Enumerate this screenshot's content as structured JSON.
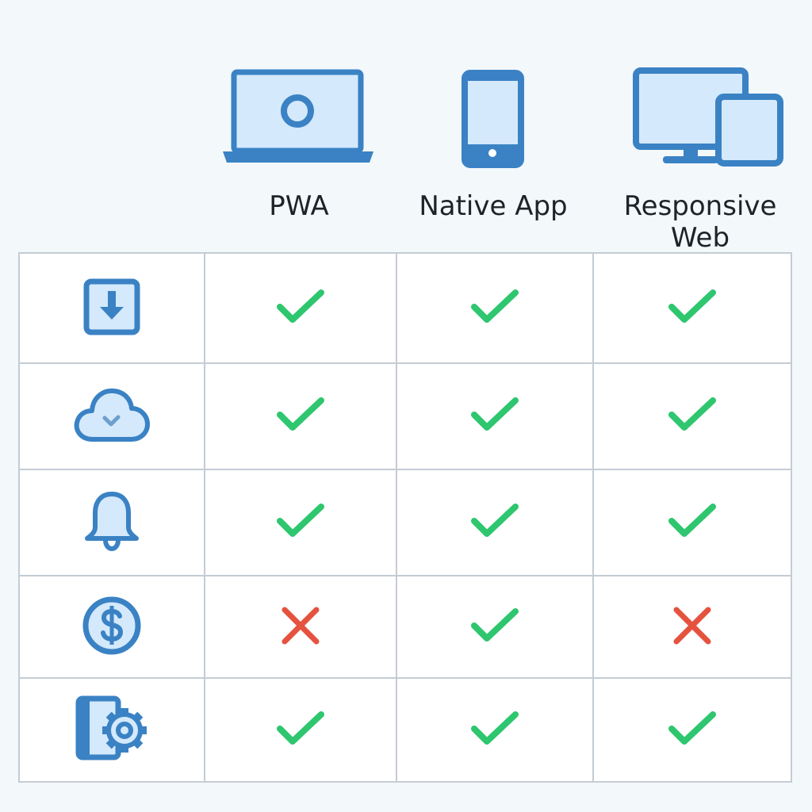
{
  "columns": [
    {
      "label": "PWA",
      "icon": "laptop-icon"
    },
    {
      "label": "Native App",
      "icon": "smartphone-icon"
    },
    {
      "label": "Responsive\nWeb",
      "icon": "desktop-tablet-icon"
    }
  ],
  "rows": [
    {
      "icon": "download-icon",
      "values": [
        "yes",
        "yes",
        "yes"
      ]
    },
    {
      "icon": "cloud-check-icon",
      "values": [
        "yes",
        "yes",
        "yes"
      ]
    },
    {
      "icon": "bell-icon",
      "values": [
        "yes",
        "yes",
        "yes"
      ]
    },
    {
      "icon": "dollar-icon",
      "values": [
        "no",
        "yes",
        "no"
      ]
    },
    {
      "icon": "device-settings-icon",
      "values": [
        "yes",
        "yes",
        "yes"
      ]
    }
  ],
  "colors": {
    "icon_stroke": "#3a82c4",
    "icon_fill": "#cfe6fb",
    "check": "#2ec66f",
    "cross": "#e5533f",
    "grid_line": "#c4ccd4",
    "background": "#f3f8fb"
  }
}
